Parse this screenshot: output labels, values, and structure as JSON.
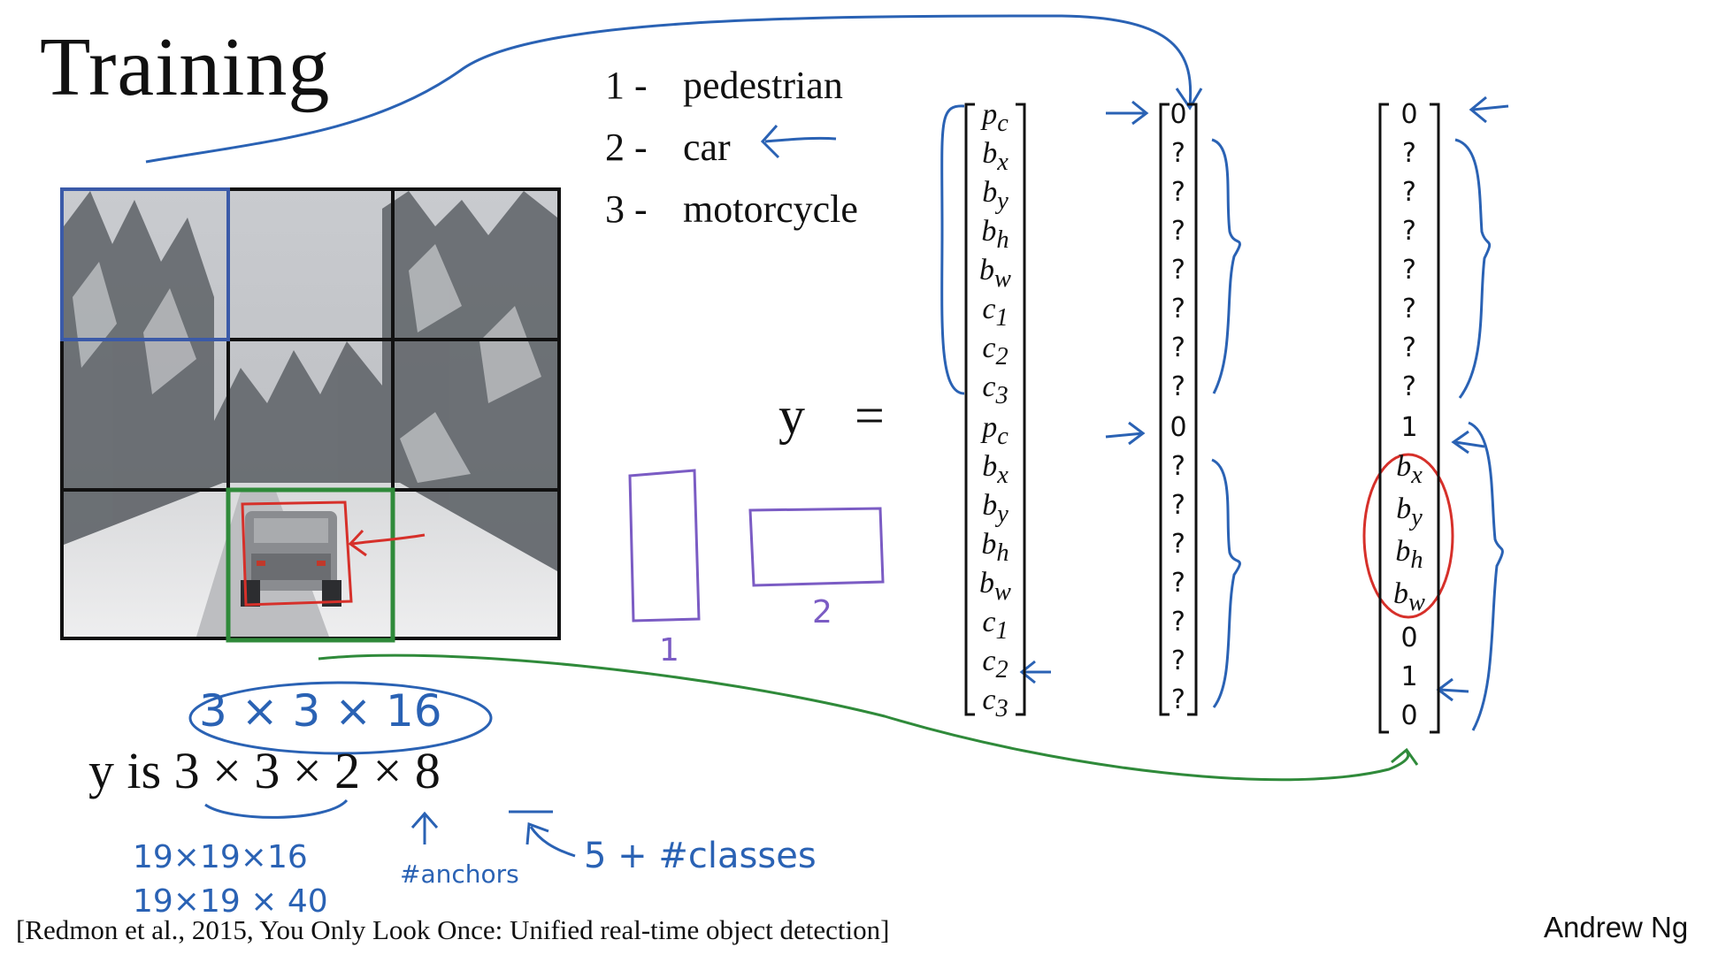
{
  "slide": {
    "title": "Training",
    "classes": [
      {
        "num": "1 -",
        "name": "pedestrian"
      },
      {
        "num": "2 -",
        "name": "car"
      },
      {
        "num": "3 -",
        "name": "motorcycle"
      }
    ],
    "equation": {
      "lhs": "y",
      "eq": "="
    },
    "vector_labels": [
      "p",
      "b",
      "b",
      "b",
      "b",
      "c",
      "c",
      "c",
      "p",
      "b",
      "b",
      "b",
      "b",
      "c",
      "c",
      "c"
    ],
    "vector_subs": [
      "c",
      "x",
      "y",
      "h",
      "w",
      "1",
      "2",
      "3",
      "c",
      "x",
      "y",
      "h",
      "w",
      "1",
      "2",
      "3"
    ],
    "vector_empty": [
      "0",
      "?",
      "?",
      "?",
      "?",
      "?",
      "?",
      "?",
      "0",
      "?",
      "?",
      "?",
      "?",
      "?",
      "?",
      "?"
    ],
    "vector_car": [
      "0",
      "?",
      "?",
      "?",
      "?",
      "?",
      "?",
      "?",
      "1",
      "b",
      "b",
      "b",
      "b",
      "0",
      "1",
      "0"
    ],
    "vector_car_subs": [
      "",
      "",
      "",
      "",
      "",
      "",
      "",
      "",
      "",
      "x",
      "y",
      "h",
      "w",
      "",
      "",
      ""
    ],
    "y_statement": "y  is 3 × 3 × 2 × 8",
    "citation": "[Redmon et al., 2015, You Only Look Once: Unified real-time object detection]",
    "author": "Andrew Ng",
    "annotations": {
      "grid_size": "3 × 3 × 16",
      "alt_sizes": [
        "19×19×16",
        "19×19 × 40"
      ],
      "anchors": "#anchors",
      "classes_note": "5 + #classes",
      "anchor1": "1",
      "anchor2": "2"
    },
    "colors": {
      "ink_blue": "#2a62b4",
      "ink_red": "#d6302a",
      "ink_green": "#2f8a3a",
      "ink_purple": "#7b5cc4"
    }
  }
}
